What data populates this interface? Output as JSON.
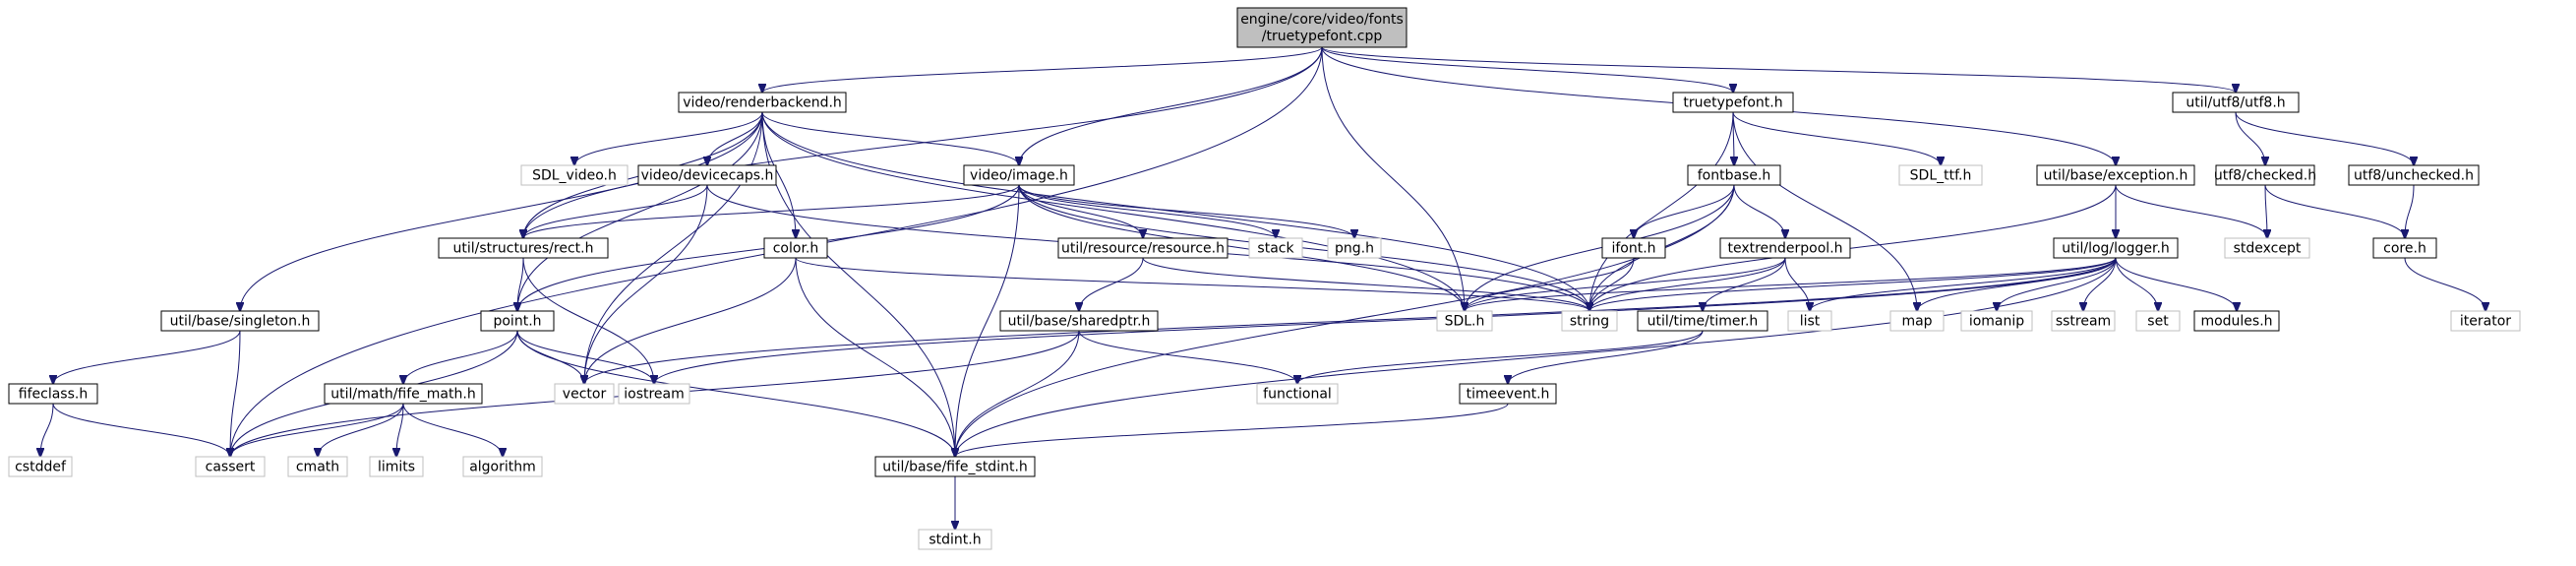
{
  "colors": {
    "root_fill": "#bfbfbf",
    "header_border": "#000000",
    "system_border": "#bfbfbf",
    "edge": "#191970",
    "background": "#ffffff"
  },
  "nodes": [
    {
      "id": "root",
      "lines": [
        "engine/core/video/fonts",
        "/truetypefont.cpp"
      ],
      "kind": "root"
    },
    {
      "id": "renderbackend",
      "lines": [
        "video/renderbackend.h"
      ],
      "kind": "header"
    },
    {
      "id": "truetypefont_h",
      "lines": [
        "truetypefont.h"
      ],
      "kind": "header"
    },
    {
      "id": "utf8_h",
      "lines": [
        "util/utf8/utf8.h"
      ],
      "kind": "header"
    },
    {
      "id": "sdl_video",
      "lines": [
        "SDL_video.h"
      ],
      "kind": "system"
    },
    {
      "id": "devicecaps",
      "lines": [
        "video/devicecaps.h"
      ],
      "kind": "header"
    },
    {
      "id": "image",
      "lines": [
        "video/image.h"
      ],
      "kind": "header"
    },
    {
      "id": "fontbase",
      "lines": [
        "fontbase.h"
      ],
      "kind": "header"
    },
    {
      "id": "sdl_ttf",
      "lines": [
        "SDL_ttf.h"
      ],
      "kind": "system"
    },
    {
      "id": "exception",
      "lines": [
        "util/base/exception.h"
      ],
      "kind": "header"
    },
    {
      "id": "checked",
      "lines": [
        "utf8/checked.h"
      ],
      "kind": "header"
    },
    {
      "id": "unchecked",
      "lines": [
        "utf8/unchecked.h"
      ],
      "kind": "header"
    },
    {
      "id": "rect",
      "lines": [
        "util/structures/rect.h"
      ],
      "kind": "header"
    },
    {
      "id": "stack",
      "lines": [
        "stack"
      ],
      "kind": "system"
    },
    {
      "id": "png",
      "lines": [
        "png.h"
      ],
      "kind": "system"
    },
    {
      "id": "resource",
      "lines": [
        "util/resource/resource.h"
      ],
      "kind": "header"
    },
    {
      "id": "color",
      "lines": [
        "color.h"
      ],
      "kind": "header"
    },
    {
      "id": "ifont",
      "lines": [
        "ifont.h"
      ],
      "kind": "header"
    },
    {
      "id": "textrenderpool",
      "lines": [
        "textrenderpool.h"
      ],
      "kind": "header"
    },
    {
      "id": "logger",
      "lines": [
        "util/log/logger.h"
      ],
      "kind": "header"
    },
    {
      "id": "stdexcept",
      "lines": [
        "stdexcept"
      ],
      "kind": "system"
    },
    {
      "id": "core",
      "lines": [
        "core.h"
      ],
      "kind": "header"
    },
    {
      "id": "singleton",
      "lines": [
        "util/base/singleton.h"
      ],
      "kind": "header"
    },
    {
      "id": "point",
      "lines": [
        "point.h"
      ],
      "kind": "header"
    },
    {
      "id": "sharedptr",
      "lines": [
        "util/base/sharedptr.h"
      ],
      "kind": "header"
    },
    {
      "id": "sdl_h",
      "lines": [
        "SDL.h"
      ],
      "kind": "system"
    },
    {
      "id": "string",
      "lines": [
        "string"
      ],
      "kind": "system"
    },
    {
      "id": "timer",
      "lines": [
        "util/time/timer.h"
      ],
      "kind": "header"
    },
    {
      "id": "list",
      "lines": [
        "list"
      ],
      "kind": "system"
    },
    {
      "id": "map",
      "lines": [
        "map"
      ],
      "kind": "system"
    },
    {
      "id": "iomanip",
      "lines": [
        "iomanip"
      ],
      "kind": "system"
    },
    {
      "id": "sstream",
      "lines": [
        "sstream"
      ],
      "kind": "system"
    },
    {
      "id": "set",
      "lines": [
        "set"
      ],
      "kind": "system"
    },
    {
      "id": "modules",
      "lines": [
        "modules.h"
      ],
      "kind": "header"
    },
    {
      "id": "iterator",
      "lines": [
        "iterator"
      ],
      "kind": "system"
    },
    {
      "id": "fifeclass",
      "lines": [
        "fifeclass.h"
      ],
      "kind": "header"
    },
    {
      "id": "fife_math",
      "lines": [
        "util/math/fife_math.h"
      ],
      "kind": "header"
    },
    {
      "id": "vector",
      "lines": [
        "vector"
      ],
      "kind": "system"
    },
    {
      "id": "iostream",
      "lines": [
        "iostream"
      ],
      "kind": "system"
    },
    {
      "id": "functional",
      "lines": [
        "functional"
      ],
      "kind": "system"
    },
    {
      "id": "timeevent",
      "lines": [
        "timeevent.h"
      ],
      "kind": "header"
    },
    {
      "id": "cstddef",
      "lines": [
        "cstddef"
      ],
      "kind": "system"
    },
    {
      "id": "cassert",
      "lines": [
        "cassert"
      ],
      "kind": "system"
    },
    {
      "id": "cmath",
      "lines": [
        "cmath"
      ],
      "kind": "system"
    },
    {
      "id": "limits",
      "lines": [
        "limits"
      ],
      "kind": "system"
    },
    {
      "id": "algorithm",
      "lines": [
        "algorithm"
      ],
      "kind": "system"
    },
    {
      "id": "fife_stdint",
      "lines": [
        "util/base/fife_stdint.h"
      ],
      "kind": "header"
    },
    {
      "id": "stdint",
      "lines": [
        "stdint.h"
      ],
      "kind": "system"
    }
  ],
  "edges": [
    [
      "root",
      "renderbackend"
    ],
    [
      "root",
      "truetypefont_h"
    ],
    [
      "root",
      "utf8_h"
    ],
    [
      "root",
      "image"
    ],
    [
      "root",
      "exception"
    ],
    [
      "root",
      "rect"
    ],
    [
      "root",
      "sdl_h"
    ],
    [
      "root",
      "cassert"
    ],
    [
      "renderbackend",
      "sdl_video"
    ],
    [
      "renderbackend",
      "devicecaps"
    ],
    [
      "renderbackend",
      "image"
    ],
    [
      "renderbackend",
      "rect"
    ],
    [
      "renderbackend",
      "color"
    ],
    [
      "renderbackend",
      "singleton"
    ],
    [
      "renderbackend",
      "point"
    ],
    [
      "renderbackend",
      "sdl_h"
    ],
    [
      "renderbackend",
      "string"
    ],
    [
      "renderbackend",
      "vector"
    ],
    [
      "renderbackend",
      "fife_stdint"
    ],
    [
      "devicecaps",
      "rect"
    ],
    [
      "devicecaps",
      "vector"
    ],
    [
      "devicecaps",
      "string"
    ],
    [
      "image",
      "rect"
    ],
    [
      "image",
      "stack"
    ],
    [
      "image",
      "png"
    ],
    [
      "image",
      "resource"
    ],
    [
      "image",
      "point"
    ],
    [
      "image",
      "sdl_h"
    ],
    [
      "image",
      "fife_stdint"
    ],
    [
      "image",
      "string"
    ],
    [
      "truetypefont_h",
      "fontbase"
    ],
    [
      "truetypefont_h",
      "sdl_ttf"
    ],
    [
      "truetypefont_h",
      "string"
    ],
    [
      "truetypefont_h",
      "map"
    ],
    [
      "fontbase",
      "ifont"
    ],
    [
      "fontbase",
      "textrenderpool"
    ],
    [
      "fontbase",
      "sdl_h"
    ],
    [
      "fontbase",
      "string"
    ],
    [
      "fontbase",
      "fife_stdint"
    ],
    [
      "ifont",
      "sdl_h"
    ],
    [
      "ifont",
      "string"
    ],
    [
      "textrenderpool",
      "list"
    ],
    [
      "textrenderpool",
      "timer"
    ],
    [
      "textrenderpool",
      "sdl_h"
    ],
    [
      "textrenderpool",
      "string"
    ],
    [
      "timer",
      "functional"
    ],
    [
      "timer",
      "timeevent"
    ],
    [
      "timeevent",
      "fife_stdint"
    ],
    [
      "exception",
      "logger"
    ],
    [
      "exception",
      "stdexcept"
    ],
    [
      "exception",
      "string"
    ],
    [
      "logger",
      "sdl_h"
    ],
    [
      "logger",
      "string"
    ],
    [
      "logger",
      "list"
    ],
    [
      "logger",
      "map"
    ],
    [
      "logger",
      "iomanip"
    ],
    [
      "logger",
      "sstream"
    ],
    [
      "logger",
      "set"
    ],
    [
      "logger",
      "modules"
    ],
    [
      "logger",
      "iostream"
    ],
    [
      "logger",
      "vector"
    ],
    [
      "logger",
      "fife_stdint"
    ],
    [
      "utf8_h",
      "checked"
    ],
    [
      "utf8_h",
      "unchecked"
    ],
    [
      "checked",
      "stdexcept"
    ],
    [
      "checked",
      "core"
    ],
    [
      "unchecked",
      "core"
    ],
    [
      "core",
      "iterator"
    ],
    [
      "rect",
      "point"
    ],
    [
      "rect",
      "iostream"
    ],
    [
      "point",
      "fife_math"
    ],
    [
      "point",
      "vector"
    ],
    [
      "point",
      "iostream"
    ],
    [
      "point",
      "cassert"
    ],
    [
      "point",
      "fife_stdint"
    ],
    [
      "fife_math",
      "cassert"
    ],
    [
      "fife_math",
      "cmath"
    ],
    [
      "fife_math",
      "limits"
    ],
    [
      "fife_math",
      "algorithm"
    ],
    [
      "color",
      "vector"
    ],
    [
      "color",
      "fife_stdint"
    ],
    [
      "color",
      "string"
    ],
    [
      "resource",
      "sharedptr"
    ],
    [
      "resource",
      "string"
    ],
    [
      "sharedptr",
      "cassert"
    ],
    [
      "sharedptr",
      "functional"
    ],
    [
      "sharedptr",
      "fife_stdint"
    ],
    [
      "singleton",
      "cassert"
    ],
    [
      "singleton",
      "fifeclass"
    ],
    [
      "fifeclass",
      "cassert"
    ],
    [
      "fifeclass",
      "cstddef"
    ],
    [
      "fife_stdint",
      "stdint"
    ]
  ]
}
